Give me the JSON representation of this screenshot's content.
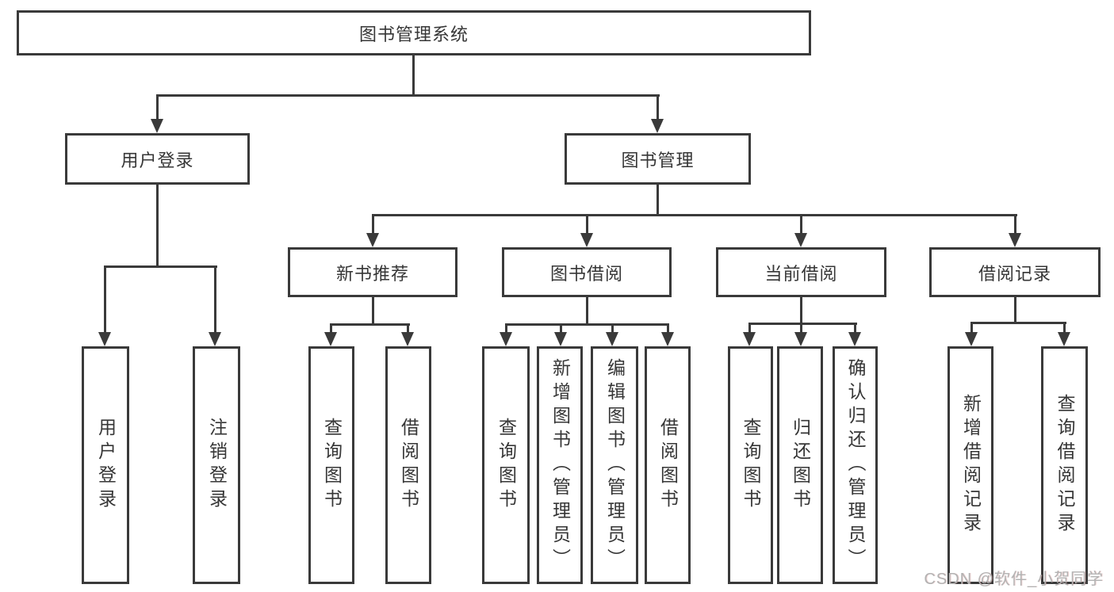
{
  "diagram": {
    "root": {
      "label": "图书管理系统"
    },
    "branches": [
      {
        "label": "用户登录",
        "children": [
          {
            "label": "用户登录"
          },
          {
            "label": "注销登录"
          }
        ]
      },
      {
        "label": "图书管理",
        "children": [
          {
            "label": "新书推荐",
            "children": [
              {
                "label": "查询图书"
              },
              {
                "label": "借阅图书"
              }
            ]
          },
          {
            "label": "图书借阅",
            "children": [
              {
                "label": "查询图书"
              },
              {
                "label": "新增图书（管理员）"
              },
              {
                "label": "编辑图书（管理员）"
              },
              {
                "label": "借阅图书"
              }
            ]
          },
          {
            "label": "当前借阅",
            "children": [
              {
                "label": "查询图书"
              },
              {
                "label": "归还图书"
              },
              {
                "label": "确认归还（管理员）"
              }
            ]
          },
          {
            "label": "借阅记录",
            "children": [
              {
                "label": "新增借阅记录"
              },
              {
                "label": "查询借阅记录"
              }
            ]
          }
        ]
      }
    ]
  },
  "watermark": {
    "text": "CSDN @软件_小贺同学"
  },
  "colors": {
    "line": "#3a3a3a",
    "text": "#363636",
    "watermark": "#b3b3b3",
    "background": "#ffffff"
  }
}
